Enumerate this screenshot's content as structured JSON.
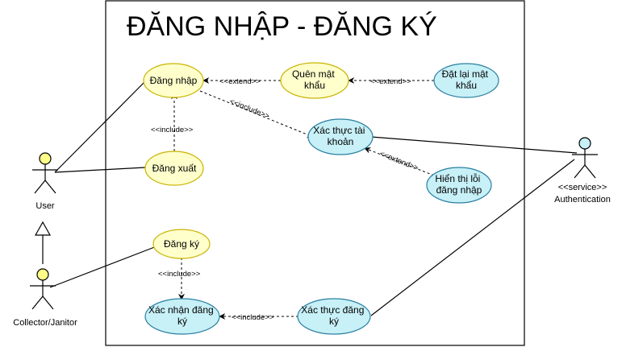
{
  "title": "ĐĂNG NHẬP - ĐĂNG KÝ",
  "colors": {
    "yellow_fill": "#ffffcc",
    "yellow_stroke": "#c8b400",
    "cyan_fill": "#c7f0f7",
    "cyan_stroke": "#2a7fa0",
    "actor_yellow": "#ffff88",
    "actor_cyan": "#c7f0f7"
  },
  "use_cases": {
    "dang_nhap": [
      "Đăng nhập"
    ],
    "quen_mat_khau": [
      "Quên mật",
      "khẩu"
    ],
    "dat_lai_mat_khau": [
      "Đặt lại mật",
      "khẩu"
    ],
    "dang_xuat": [
      "Đăng xuất"
    ],
    "xac_thuc_tai_khoan": [
      "Xác thực tài",
      "khoản"
    ],
    "hien_thi_loi": [
      "Hiển thị lỗi",
      "đăng nhập"
    ],
    "dang_ky": [
      "Đăng ký"
    ],
    "xac_nhan_dang_ky": [
      "Xác nhận đăng",
      "ký"
    ],
    "xac_thuc_dang_ky": [
      "Xác thực đăng",
      "ký"
    ]
  },
  "relations": {
    "extend_quen": "<<extend>>",
    "extend_dat_lai": "<<extend>>",
    "include_xac_thuc": "<<include>>",
    "include_dang_xuat": "<<include>>",
    "extend_hien_thi": "<<extend>>",
    "include_dang_ky": "<<include>>",
    "include_xac_thuc_dk": "<<include>>"
  },
  "actors": {
    "user": "User",
    "collector": "Collector/Janitor",
    "service_stereotype": "<<service>>",
    "service_name": "Authentication"
  }
}
